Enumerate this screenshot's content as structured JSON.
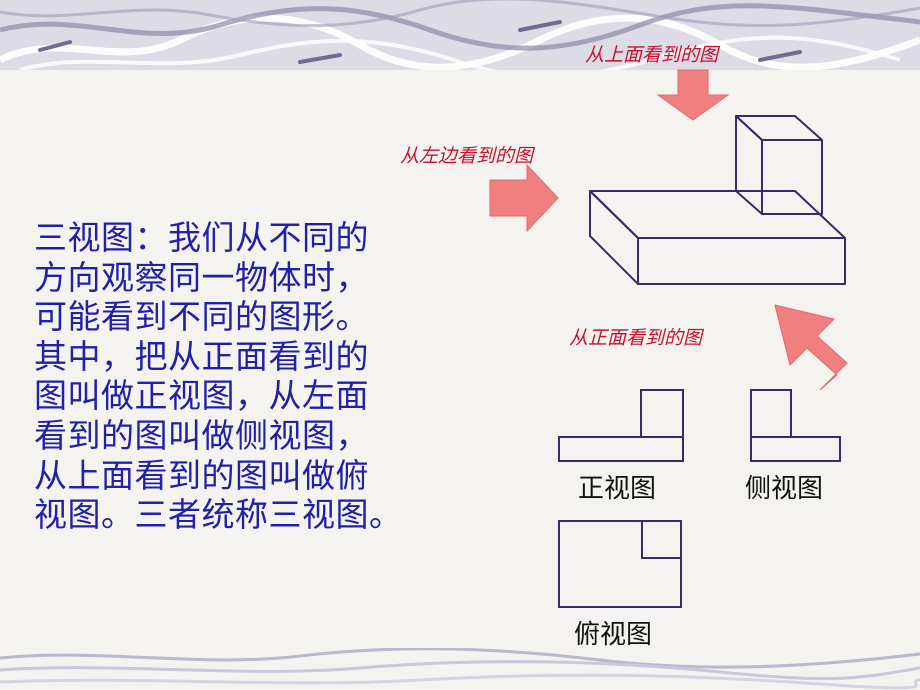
{
  "slide": {
    "description_lines": [
      "三视图：我们从不同的",
      "方向观察同一物体时，",
      "可能看到不同的图形。",
      "其中，把从正面看到的",
      "图叫做正视图，从左面",
      "看到的图叫做侧视图，",
      "从上面看到的图叫做俯",
      "视图。三者统称三视图。"
    ],
    "arrows": {
      "top_label": "从上面看到的图",
      "left_label": "从左边看到的图",
      "front_label": "从正面看到的图"
    },
    "views": {
      "front": "正视图",
      "side": "侧视图",
      "top": "俯视图"
    }
  },
  "colors": {
    "text_blue": "#2121a8",
    "label_red": "#c8102e",
    "arrow_fill": "#f08080",
    "line": "#3a2a6a",
    "background": "#f4f3ef",
    "banner": "#dcdbe6"
  }
}
